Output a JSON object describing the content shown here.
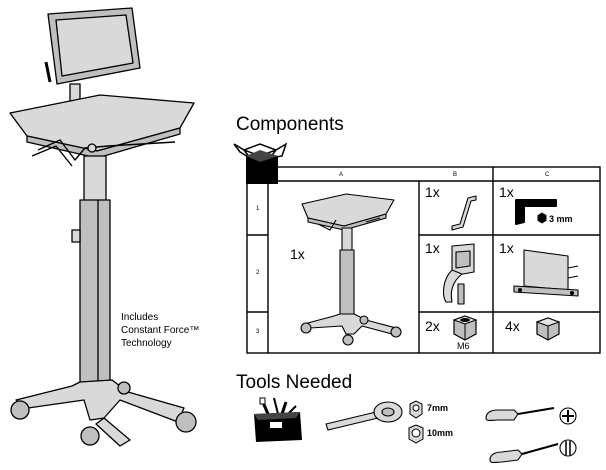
{
  "cart_caption": {
    "line1": "Includes",
    "line2": "Constant Force™",
    "line3": "Technology"
  },
  "components": {
    "title": "Components",
    "columns": [
      "A",
      "B",
      "C"
    ],
    "rows": [
      "1",
      "2",
      "3"
    ],
    "cells": {
      "a2_qty": "1x",
      "b1_qty": "1x",
      "c1_qty": "1x",
      "c1_label": "3 mm",
      "b2_qty": "1x",
      "c2_qty": "1x",
      "b3_qty": "2x",
      "b3_label": "M6",
      "c3_qty": "4x"
    }
  },
  "tools": {
    "title": "Tools Needed",
    "socket_1": "7mm",
    "socket_2": "10mm"
  },
  "icons": {
    "box": "box-icon",
    "toolbox": "toolbox-icon",
    "ratchet": "ratchet-wrench-icon",
    "phillips": "phillips-screwdriver-icon",
    "flathead": "flathead-screwdriver-icon"
  }
}
